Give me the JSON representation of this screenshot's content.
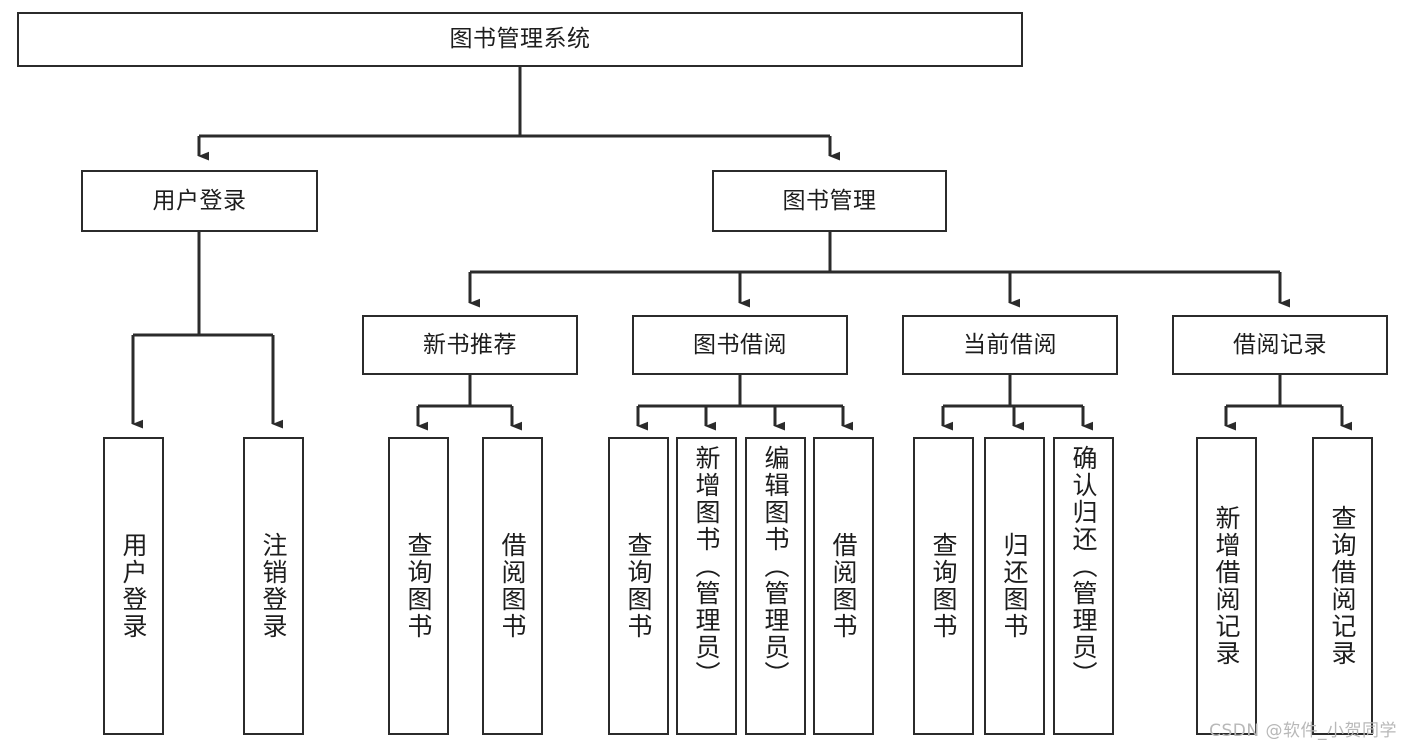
{
  "diagram": {
    "title": "图书管理系统",
    "type": "hierarchy-tree",
    "watermark": "CSDN @软件_小贺同学",
    "colors": {
      "stroke": "#2b2b2b",
      "fill": "#ffffff",
      "text": "#1d1d1d",
      "watermark": "#b8b8b8"
    },
    "nodes": {
      "root": {
        "label": "图书管理系统"
      },
      "level2": [
        {
          "id": "user-login",
          "label": "用户登录"
        },
        {
          "id": "book-management",
          "label": "图书管理"
        }
      ],
      "level3": [
        {
          "id": "new-book-recommend",
          "label": "新书推荐"
        },
        {
          "id": "book-borrow",
          "label": "图书借阅"
        },
        {
          "id": "current-borrow",
          "label": "当前借阅"
        },
        {
          "id": "borrow-record",
          "label": "借阅记录"
        }
      ],
      "leaves": {
        "user-login": [
          {
            "id": "leaf-user-login",
            "label": "用户登录"
          },
          {
            "id": "leaf-logout",
            "label": "注销登录"
          }
        ],
        "new-book-recommend": [
          {
            "id": "leaf-query-book-1",
            "label": "查询图书"
          },
          {
            "id": "leaf-borrow-book-1",
            "label": "借阅图书"
          }
        ],
        "book-borrow": [
          {
            "id": "leaf-query-book-2",
            "label": "查询图书"
          },
          {
            "id": "leaf-add-book",
            "label": "新增图书（管理员）"
          },
          {
            "id": "leaf-edit-book",
            "label": "编辑图书（管理员）"
          },
          {
            "id": "leaf-borrow-book-2",
            "label": "借阅图书"
          }
        ],
        "current-borrow": [
          {
            "id": "leaf-query-book-3",
            "label": "查询图书"
          },
          {
            "id": "leaf-return-book",
            "label": "归还图书"
          },
          {
            "id": "leaf-confirm-return",
            "label": "确认归还（管理员）"
          }
        ],
        "borrow-record": [
          {
            "id": "leaf-add-record",
            "label": "新增借阅记录"
          },
          {
            "id": "leaf-query-record",
            "label": "查询借阅记录"
          }
        ]
      }
    }
  }
}
